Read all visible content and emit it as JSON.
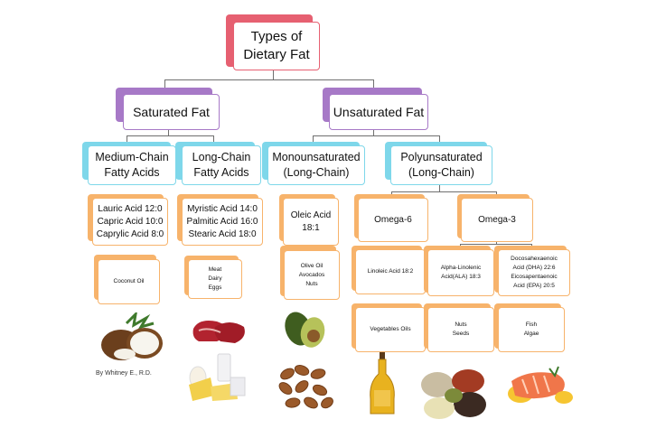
{
  "root": {
    "line1": "Types of",
    "line2": "Dietary Fat"
  },
  "saturated": {
    "label": "Saturated Fat"
  },
  "unsaturated": {
    "label": "Unsaturated Fat"
  },
  "medium_chain": {
    "line1": "Medium-Chain",
    "line2": "Fatty Acids"
  },
  "long_chain": {
    "line1": "Long-Chain",
    "line2": "Fatty Acids"
  },
  "mono": {
    "line1": "Monounsaturated",
    "line2": "(Long-Chain)"
  },
  "poly": {
    "line1": "Polyunsaturated",
    "line2": "(Long-Chain)"
  },
  "medium_acids": [
    "Lauric Acid 12:0",
    "Capric Acid 10:0",
    "Caprylic Acid 8:0"
  ],
  "long_acids": [
    "Myristic Acid 14:0",
    "Palmitic Acid 16:0",
    "Stearic Acid 18:0"
  ],
  "oleic": {
    "line1": "Oleic Acid",
    "line2": "18:1"
  },
  "omega6": {
    "label": "Omega-6"
  },
  "omega3": {
    "label": "Omega-3"
  },
  "coconut": {
    "label": "Coconut Oil"
  },
  "meat_sources": [
    "Meat",
    "Dairy",
    "Eggs"
  ],
  "olive_sources": [
    "Olive Oil",
    "Avocados",
    "Nuts"
  ],
  "linoleic": {
    "label": "Linoleic Acid 18:2"
  },
  "ala": {
    "line1": "Alpha-Linolenic",
    "line2": "Acid(ALA) 18:3"
  },
  "dha_epa": [
    "Docosahexaenoic",
    "Acid (DHA) 22:6",
    "Eicosapentaenoic",
    "Acid (EPA) 20:5"
  ],
  "veg_oils": {
    "label": "Vegetables Oils"
  },
  "nuts_seeds": [
    "Nuts",
    "Seeds"
  ],
  "fish_algae": [
    "Fish",
    "Algae"
  ],
  "credit": "By Whitney E., R.D."
}
